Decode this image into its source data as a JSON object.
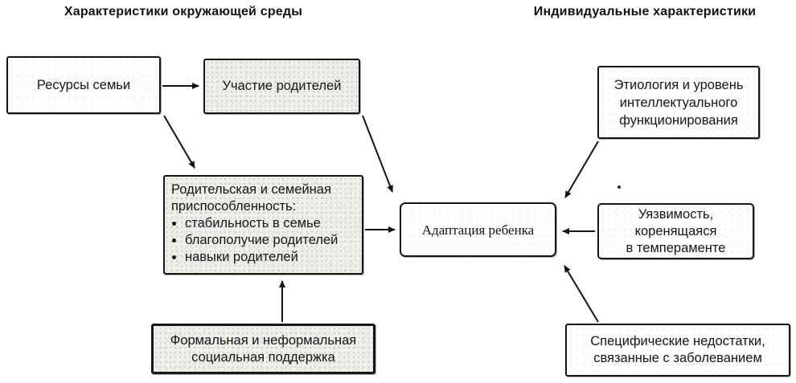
{
  "headers": {
    "environment": "Характеристики окружающей среды",
    "individual": "Индивидуальные характеристики"
  },
  "boxes": {
    "family_resources": {
      "label": "Ресурсы семьи"
    },
    "parent_involvement": {
      "label": "Участие родителей"
    },
    "parental_adjustment": {
      "title_line1": "Родительская и семейная",
      "title_line2": "приспособленность:",
      "items": [
        "стабильность в семье",
        "благополучие родителей",
        "навыки родителей"
      ]
    },
    "child_adaptation": {
      "label": "Адаптация ребенка"
    },
    "etiology": {
      "line1": "Этиология и уровень",
      "line2": "интеллектуального",
      "line3": "функционирования"
    },
    "vulnerability": {
      "line1": "Уязвимость,",
      "line2": "коренящаяся",
      "line3": "в темпераменте"
    },
    "social_support": {
      "line1": "Формальная и неформальная",
      "line2": "социальная поддержка"
    },
    "specific_deficits": {
      "line1": "Специфические недостатки,",
      "line2": "связанные с заболеванием"
    }
  },
  "connections": [
    {
      "from": "family_resources",
      "to": "parent_involvement"
    },
    {
      "from": "family_resources",
      "to": "parental_adjustment"
    },
    {
      "from": "parent_involvement",
      "to": "child_adaptation"
    },
    {
      "from": "parental_adjustment",
      "to": "child_adaptation"
    },
    {
      "from": "social_support",
      "to": "parental_adjustment"
    },
    {
      "from": "etiology",
      "to": "child_adaptation"
    },
    {
      "from": "vulnerability",
      "to": "child_adaptation"
    },
    {
      "from": "specific_deficits",
      "to": "child_adaptation"
    }
  ],
  "colors": {
    "ink": "#161616",
    "speckled_box_bg": "#efeeea",
    "plain_box_bg": "#fdfdfc",
    "page_bg": "#ffffff"
  }
}
